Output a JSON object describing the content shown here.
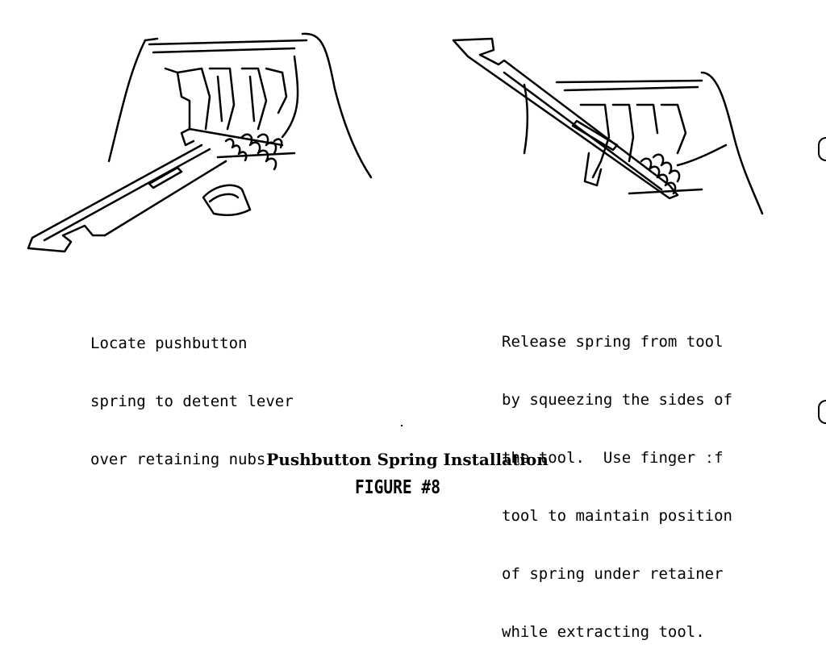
{
  "captions": {
    "left": [
      "Locate pushbutton",
      "spring to detent lever",
      "over retaining nubs"
    ],
    "right": [
      "Release spring from tool",
      "by squeezing the sides of",
      "the tool.  Use finger ːf",
      "tool to maintain position",
      "of spring under retainer",
      "while extracting tool."
    ]
  },
  "figure": {
    "title": "Pushbutton Spring Installation",
    "number": "FIGURE #8"
  }
}
